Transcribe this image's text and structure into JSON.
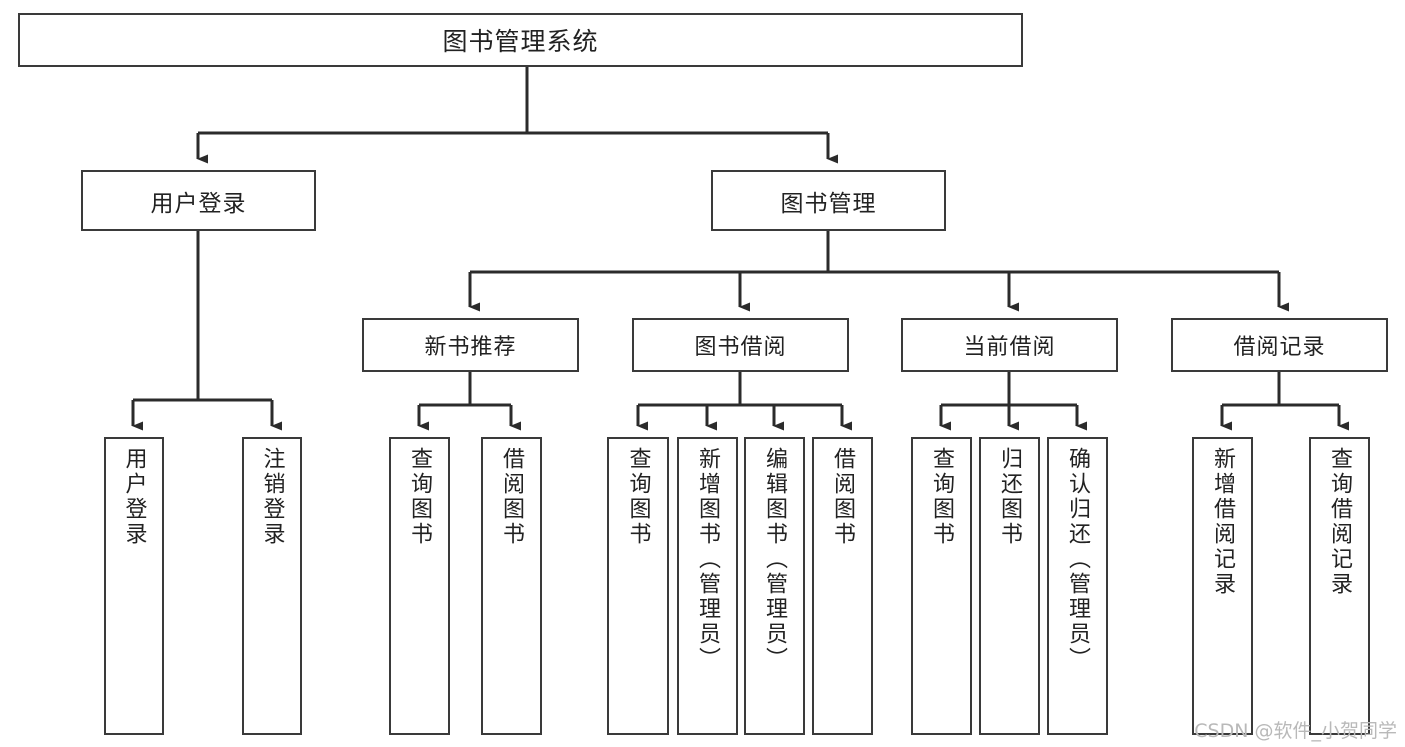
{
  "diagram": {
    "title": "图书管理系统",
    "type": "hierarchy-tree",
    "watermark": "CSDN @软件_小贺同学",
    "colors": {
      "background": "#ffffff",
      "box_border": "#3a3a3a",
      "box_fill": "#ffffff",
      "connector": "#2b2b2b",
      "text": "#222222",
      "watermark": "#b9b9b9"
    },
    "root": {
      "label": "图书管理系统"
    },
    "level2": [
      {
        "label": "用户登录"
      },
      {
        "label": "图书管理"
      }
    ],
    "level3": [
      {
        "label": "新书推荐"
      },
      {
        "label": "图书借阅"
      },
      {
        "label": "当前借阅"
      },
      {
        "label": "借阅记录"
      }
    ],
    "leaves": {
      "user_login": [
        {
          "label": "用户登录"
        },
        {
          "label": "注销登录"
        }
      ],
      "new_book_recommend": [
        {
          "label": "查询图书"
        },
        {
          "label": "借阅图书"
        }
      ],
      "book_borrow": [
        {
          "label": "查询图书"
        },
        {
          "label": "新增图书（管理员）"
        },
        {
          "label": "编辑图书（管理员）"
        },
        {
          "label": "借阅图书"
        }
      ],
      "current_borrow": [
        {
          "label": "查询图书"
        },
        {
          "label": "归还图书"
        },
        {
          "label": "确认归还（管理员）"
        }
      ],
      "borrow_record": [
        {
          "label": "新增借阅记录"
        },
        {
          "label": "查询借阅记录"
        }
      ]
    }
  }
}
